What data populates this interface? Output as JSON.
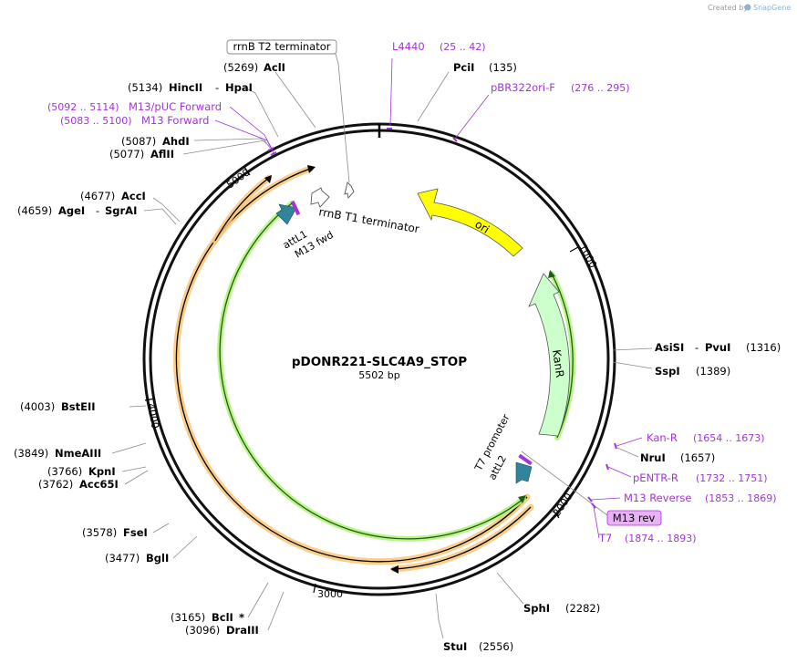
{
  "credit": {
    "created_by": "Created by",
    "brand": "SnapGene"
  },
  "plasmid": {
    "name": "pDONR221-SLC4A9_STOP",
    "size_label": "5502 bp"
  },
  "ruler": {
    "t1000": "1000",
    "t2000": "2000",
    "t3000": "3000",
    "t4000": "4000",
    "t5000": "5000"
  },
  "sites": [
    {
      "name": "AclI",
      "pos": "(5269)"
    },
    {
      "name": "HincII",
      "name2": "HpaI",
      "pos": "(5134)"
    },
    {
      "name": "AhdI",
      "pos": "(5087)"
    },
    {
      "name": "AflII",
      "pos": "(5077)"
    },
    {
      "name": "AccI",
      "pos": "(4677)"
    },
    {
      "name": "AgeI",
      "name2": "SgrAI",
      "pos": "(4659)"
    },
    {
      "name": "BstEII",
      "pos": "(4003)"
    },
    {
      "name": "NmeAIII",
      "pos": "(3849)"
    },
    {
      "name": "KpnI",
      "pos": "(3766)"
    },
    {
      "name": "Acc65I",
      "pos": "(3762)"
    },
    {
      "name": "FseI",
      "pos": "(3578)"
    },
    {
      "name": "BglI",
      "pos": "(3477)"
    },
    {
      "name": "BclI",
      "star": "*",
      "pos": "(3165)"
    },
    {
      "name": "DraIII",
      "pos": "(3096)"
    },
    {
      "name": "StuI",
      "pos": "(2556)"
    },
    {
      "name": "SphI",
      "pos": "(2282)"
    },
    {
      "name": "NruI",
      "pos": "(1657)"
    },
    {
      "name": "SspI",
      "pos": "(1389)"
    },
    {
      "name": "AsiSI",
      "name2": "PvuI",
      "pos": "(1316)"
    },
    {
      "name": "PciI",
      "pos": "(135)"
    }
  ],
  "primers": [
    {
      "name": "L4440",
      "range": "(25 .. 42)"
    },
    {
      "name": "pBR322ori-F",
      "range": "(276 .. 295)"
    },
    {
      "name": "M13/pUC Forward",
      "range": "(5092 .. 5114)"
    },
    {
      "name": "M13 Forward",
      "range": "(5083 .. 5100)"
    },
    {
      "name": "Kan-R",
      "range": "(1654 .. 1673)"
    },
    {
      "name": "pENTR-R",
      "range": "(1732 .. 1751)"
    },
    {
      "name": "M13 Reverse",
      "range": "(1853 .. 1869)"
    },
    {
      "name": "M13 rev"
    },
    {
      "name": "T7",
      "range": "(1874 .. 1893)"
    }
  ],
  "features": {
    "rrnB_T2": "rrnB T2 terminator",
    "rrnB_T1": "rrnB T1 terminator",
    "ori": "ori",
    "KanR": "KanR",
    "attL1": "attL1",
    "M13_fwd": "M13 fwd",
    "T7_promoter": "T7 promoter",
    "attL2": "attL2"
  },
  "colors": {
    "ori": "#ffff00",
    "KanR": "#ccffcc",
    "att": "#31849b",
    "primer": "#a335d6",
    "orf_orange": "#f9c477",
    "orf_green": "#b3f27a"
  }
}
